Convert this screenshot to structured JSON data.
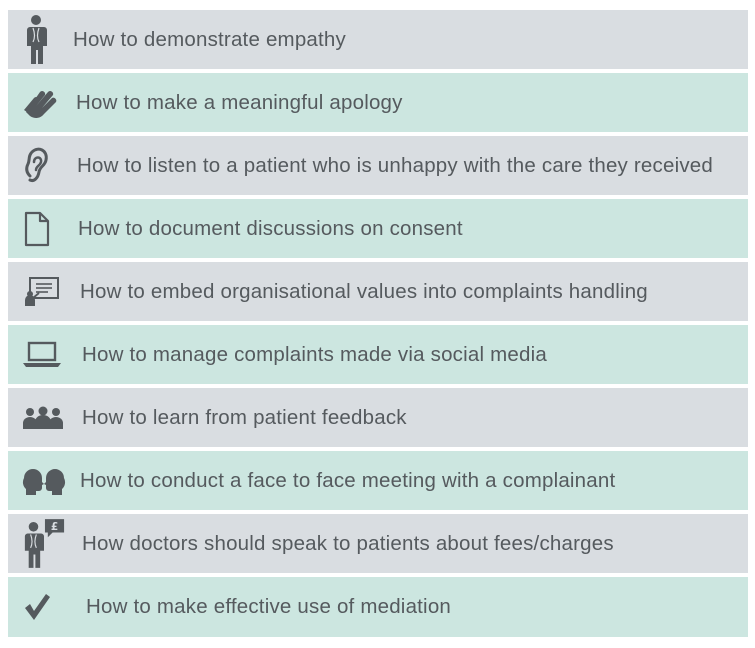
{
  "items": [
    {
      "label": "How to demonstrate empathy",
      "icon": "doctor-icon",
      "bg": "#d9dde1"
    },
    {
      "label": "How to make a meaningful apology",
      "icon": "hand-icon",
      "bg": "#cce6e0"
    },
    {
      "label": "How to listen to a patient who is unhappy with the care they received",
      "icon": "ear-icon",
      "bg": "#d9dde1"
    },
    {
      "label": "How to document discussions on consent",
      "icon": "document-icon",
      "bg": "#cce6e0"
    },
    {
      "label": "How to embed organisational values into complaints handling",
      "icon": "presentation-icon",
      "bg": "#d9dde1"
    },
    {
      "label": "How to manage complaints made via social media",
      "icon": "laptop-icon",
      "bg": "#cce6e0"
    },
    {
      "label": "How to learn from patient feedback",
      "icon": "group-icon",
      "bg": "#d9dde1"
    },
    {
      "label": "How to conduct a face to face meeting with a complainant",
      "icon": "two-heads-icon",
      "bg": "#cce6e0"
    },
    {
      "label": "How doctors should speak to patients about fees/charges",
      "icon": "doctor-pound-icon",
      "bg": "#d9dde1"
    },
    {
      "label": "How to make effective use of mediation",
      "icon": "checkmark-icon",
      "bg": "#cce6e0"
    }
  ],
  "colors": {
    "grey_row": "#d9dde1",
    "mint_row": "#cce6e0",
    "text": "#555a5e",
    "icon": "#555a5e"
  }
}
